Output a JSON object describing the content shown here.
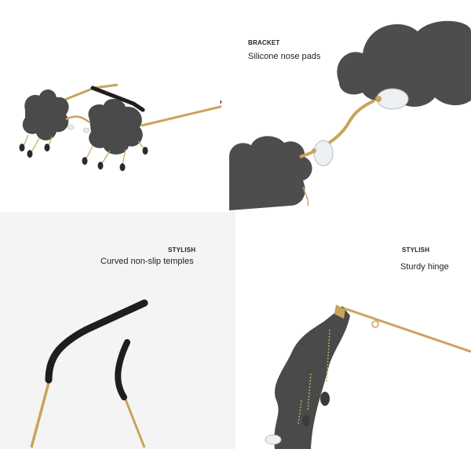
{
  "panels": [
    {
      "label": "",
      "caption": ""
    },
    {
      "label": "BRACKET",
      "caption": "Silicone nose pads"
    },
    {
      "label": "STYLISH",
      "caption": "Curved non-slip temples"
    },
    {
      "label": "STYLISH",
      "caption": "Sturdy hinge"
    }
  ],
  "colors": {
    "lens": "#4a4a4a",
    "gold_frame": "#c9a45a",
    "temple_tip": "#1e1e1e",
    "background_alt": "#f4f4f4"
  }
}
